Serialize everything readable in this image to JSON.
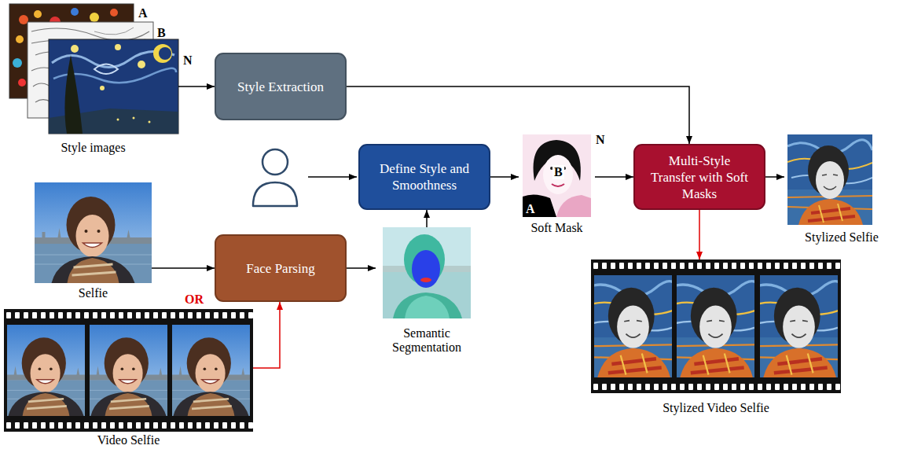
{
  "diagram": {
    "nodes": [
      {
        "text": [
          "Style images"
        ]
      },
      {
        "text": [
          "Style Extraction"
        ]
      },
      {
        "text": [
          "Define Style and Smoothness"
        ]
      },
      {
        "text": [
          "Soft Mask"
        ]
      },
      {
        "text": [
          "Multi-Style Transfer with Soft Masks"
        ]
      },
      {
        "text": [
          "Stylized Selfie"
        ]
      },
      {
        "text": [
          "Selfie"
        ]
      },
      {
        "text": [
          "Face Parsing"
        ]
      },
      {
        "text": [
          "Semantic Segmentation"
        ]
      },
      {
        "text": [
          "Video Selfie"
        ]
      },
      {
        "text": [
          "Stylized Video Selfie"
        ]
      }
    ],
    "edges": [
      {
        "from": 0,
        "to": 1,
        "arrow": "to"
      },
      {
        "from": 1,
        "to": 4,
        "arrow": "to"
      },
      {
        "from": 2,
        "to": 3,
        "arrow": "to"
      },
      {
        "from": 3,
        "to": 4,
        "arrow": "to"
      },
      {
        "from": 4,
        "to": 5,
        "arrow": "to"
      },
      {
        "from": 6,
        "to": 7,
        "arrow": "to"
      },
      {
        "from": 7,
        "to": 8,
        "arrow": "to"
      },
      {
        "from": 8,
        "to": 2,
        "arrow": "to"
      },
      {
        "from": 9,
        "to": 7,
        "arrow": "to"
      },
      {
        "from": 4,
        "to": 10,
        "arrow": "to"
      }
    ],
    "labels": [
      "A",
      "B",
      "N",
      "OR",
      "N",
      "B",
      "A"
    ]
  }
}
